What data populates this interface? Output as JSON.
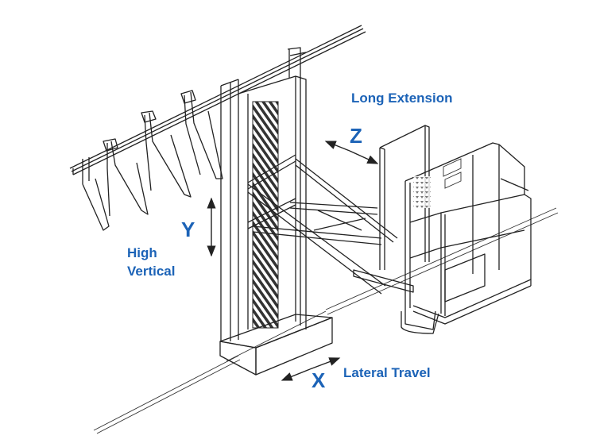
{
  "labels": {
    "long_extension": "Long Extension",
    "z_axis": "Z",
    "y_axis": "Y",
    "high_vertical_line1": "High",
    "high_vertical_line2": "Vertical",
    "x_axis": "X",
    "lateral_travel": "Lateral Travel"
  },
  "colors": {
    "label": "#1c63b7",
    "line": "#222222"
  }
}
